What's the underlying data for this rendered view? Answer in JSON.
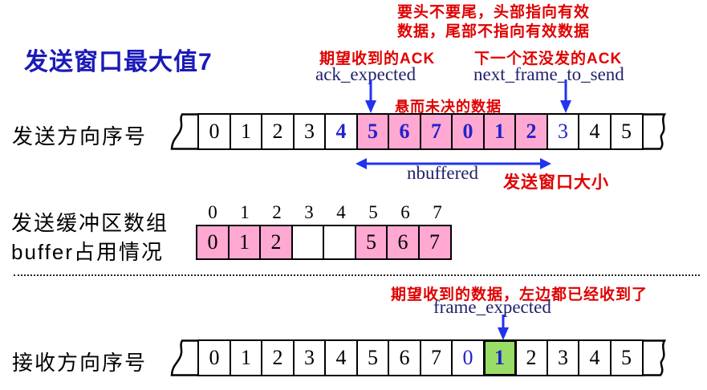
{
  "title": "发送窗口最大值7",
  "colors": {
    "accent_blue": "#2222cc",
    "navy": "#22226e",
    "red": "#e00000",
    "pink": "#ffa8d2",
    "green": "#99dd66",
    "arrow_blue": "#2233ee"
  },
  "annotations": {
    "head_note_1": "要头不要尾，头部指向有效",
    "head_note_2": "数据，尾部不指向有效数据",
    "ack_note": "期望收到的ACK",
    "next_note": "下一个还没发的ACK",
    "ack_expected": "ack_expected",
    "next_frame": "next_frame_to_send",
    "pending": "悬而未决的数据",
    "nbuffered": "nbuffered",
    "window_size": "发送窗口大小",
    "expect_note": "期望收到的数据，左边都已经收到了",
    "frame_expected": "frame_expected"
  },
  "send_row": {
    "label": "发送方向序号",
    "cells": [
      {
        "v": "0",
        "bg": "white",
        "fg": "black"
      },
      {
        "v": "1",
        "bg": "white",
        "fg": "black"
      },
      {
        "v": "2",
        "bg": "white",
        "fg": "black"
      },
      {
        "v": "3",
        "bg": "white",
        "fg": "black"
      },
      {
        "v": "4",
        "bg": "white",
        "fg": "blue",
        "bold": true
      },
      {
        "v": "5",
        "bg": "pink",
        "fg": "blue",
        "bold": true
      },
      {
        "v": "6",
        "bg": "pink",
        "fg": "blue",
        "bold": true
      },
      {
        "v": "7",
        "bg": "pink",
        "fg": "blue",
        "bold": true
      },
      {
        "v": "0",
        "bg": "pink",
        "fg": "blue",
        "bold": true
      },
      {
        "v": "1",
        "bg": "pink",
        "fg": "blue",
        "bold": true
      },
      {
        "v": "2",
        "bg": "pink",
        "fg": "blue",
        "bold": true
      },
      {
        "v": "3",
        "bg": "white",
        "fg": "blue"
      },
      {
        "v": "4",
        "bg": "white",
        "fg": "black"
      },
      {
        "v": "5",
        "bg": "white",
        "fg": "black"
      }
    ]
  },
  "buffer_row": {
    "label_1": "发送缓冲区数组",
    "label_2": "buffer占用情况",
    "indices": [
      {
        "v": "0"
      },
      {
        "v": "1"
      },
      {
        "v": "2"
      },
      {
        "v": "3"
      },
      {
        "v": "4"
      },
      {
        "v": "5"
      },
      {
        "v": "6"
      },
      {
        "v": "7"
      }
    ],
    "cells": [
      {
        "v": "0",
        "bg": "pink",
        "fg": "black"
      },
      {
        "v": "1",
        "bg": "pink",
        "fg": "black"
      },
      {
        "v": "2",
        "bg": "pink",
        "fg": "black"
      },
      {
        "v": "",
        "bg": "white",
        "fg": "black"
      },
      {
        "v": "",
        "bg": "white",
        "fg": "black"
      },
      {
        "v": "5",
        "bg": "pink",
        "fg": "black"
      },
      {
        "v": "6",
        "bg": "pink",
        "fg": "black"
      },
      {
        "v": "7",
        "bg": "pink",
        "fg": "black"
      }
    ]
  },
  "receive_row": {
    "label": "接收方向序号",
    "cells": [
      {
        "v": "0",
        "bg": "white",
        "fg": "black"
      },
      {
        "v": "1",
        "bg": "white",
        "fg": "black"
      },
      {
        "v": "2",
        "bg": "white",
        "fg": "black"
      },
      {
        "v": "3",
        "bg": "white",
        "fg": "black"
      },
      {
        "v": "4",
        "bg": "white",
        "fg": "black"
      },
      {
        "v": "5",
        "bg": "white",
        "fg": "black"
      },
      {
        "v": "6",
        "bg": "white",
        "fg": "black"
      },
      {
        "v": "7",
        "bg": "white",
        "fg": "black"
      },
      {
        "v": "0",
        "bg": "white",
        "fg": "blue"
      },
      {
        "v": "1",
        "bg": "green",
        "fg": "blue",
        "bold": true,
        "thick": true
      },
      {
        "v": "2",
        "bg": "white",
        "fg": "black"
      },
      {
        "v": "3",
        "bg": "white",
        "fg": "black"
      },
      {
        "v": "4",
        "bg": "white",
        "fg": "black"
      },
      {
        "v": "5",
        "bg": "white",
        "fg": "black"
      }
    ]
  }
}
